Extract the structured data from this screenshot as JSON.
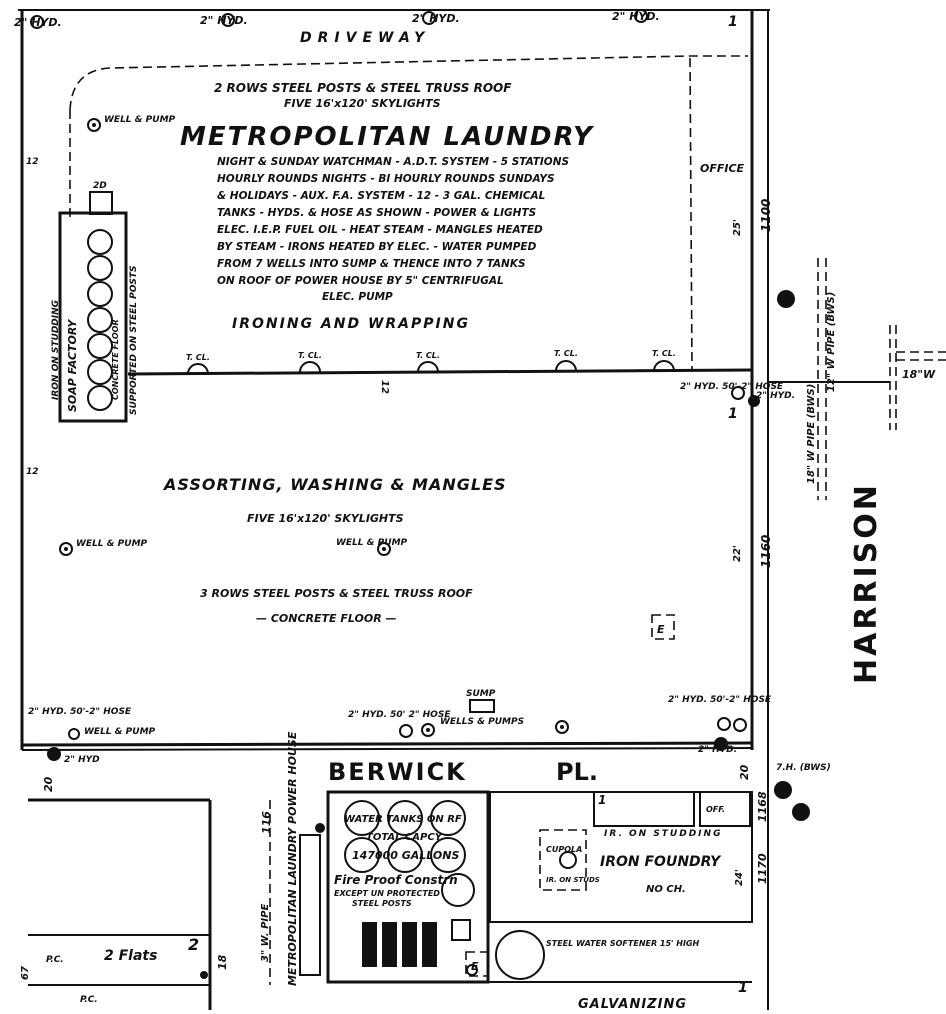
{
  "main_building": {
    "name": "METROPOLITAN LAUNDRY",
    "roof_upper": "2 ROWS STEEL POSTS & STEEL TRUSS ROOF",
    "skylights_upper": "FIVE 16'x120' SKYLIGHTS",
    "notes": [
      "NIGHT & SUNDAY WATCHMAN - A.D.T. SYSTEM - 5 STATIONS",
      "HOURLY ROUNDS NIGHTS - BI HOURLY ROUNDS SUNDAYS",
      "& HOLIDAYS - AUX. F.A. SYSTEM - 12 - 3 GAL. CHEMICAL",
      "TANKS - HYDS. & HOSE AS SHOWN - POWER & LIGHTS",
      "ELEC. I.E.P. FUEL OIL - HEAT STEAM - MANGLES HEATED",
      "BY STEAM - IRONS HEATED BY ELEC. - WATER PUMPED",
      "FROM 7 WELLS INTO SUMP & THENCE INTO 7 TANKS",
      "ON ROOF OF POWER HOUSE BY 5\" CENTRIFUGAL",
      "ELEC. PUMP"
    ],
    "section_upper": "IRONING AND WRAPPING",
    "office": "OFFICE",
    "section_lower": "ASSORTING, WASHING & MANGLES",
    "skylights_lower": "FIVE 16'x120' SKYLIGHTS",
    "roof_lower": "3 ROWS STEEL POSTS & STEEL TRUSS ROOF",
    "floor": "— CONCRETE FLOOR —",
    "well_pump": "WELL & PUMP",
    "sump": "SUMP",
    "wells_pumps": "WELLS & PUMPS",
    "t_cl": "T. CL.",
    "e_mark": "E"
  },
  "soap_factory": {
    "line1": "SOAP FACTORY",
    "line2": "IRON ON STUDDING",
    "line3": "CONCRETE FLOOR",
    "line4": "SUPPORTED ON STEEL POSTS",
    "label_2d": "2D"
  },
  "top": {
    "driveway": "DRIVEWAY",
    "hyd_left": "2\" HYD.",
    "hyd_mid1": "2\" HYD.",
    "hyd_mid2": "2\" HYD.",
    "hyd_right": "2\" HYD.",
    "num_1": "1"
  },
  "hydrants": {
    "right_upper": "2\" HYD. 50'-2\" HOSE",
    "right_upper_hyd": "2\" HYD.",
    "right_lower": "2\" HYD. 50'-2\" HOSE",
    "bottom_right": "2\" HYD.",
    "left_lower": "2\" HYD. 50'-2\" HOSE",
    "left_bottom": "2\" HYD",
    "well_pump_left": "WELL & PUMP",
    "mid_bottom": "2\" HYD. 50' 2\" HOSE",
    "th": "7.H. (BWS)"
  },
  "streets": {
    "harrison": "HARRISON",
    "berwick": "BERWICK",
    "pl": "PL.",
    "pipe_12": "12\" W PIPE (BWS)",
    "pipe_18": "18\" W PIPE (BWS)",
    "pipe_18_short": "18\"W",
    "pipe_3": "3\" W. PIPE"
  },
  "numbers": {
    "n1100": "1100",
    "n1160": "1160",
    "n1168": "1168",
    "n1170": "1170",
    "n25": "25'",
    "n22": "22'",
    "n12a": "12",
    "n12b": "12",
    "n12c": "12",
    "n20a": "20",
    "n20b": "20",
    "n1a": "1",
    "n1b": "1",
    "n1c": "1",
    "n2": "2",
    "n18": "18",
    "n116": "116",
    "n24": "24'",
    "n67": "67"
  },
  "lower_block": {
    "power_house": "METROPOLITAN LAUNDRY POWER HOUSE",
    "water_tanks": "WATER TANKS ON RF",
    "total_cap": "TOTAL CAPCY",
    "gallons": "147000 GALLONS",
    "fireproof": "Fire Proof Constrn",
    "except": "EXCEPT UN PROTECTED",
    "steel_posts": "STEEL POSTS",
    "iron_foundry": "IRON FOUNDRY",
    "no_ch": "NO CH.",
    "iron_on_studding": "IR. ON STUDDING",
    "cupola": "CUPOLA",
    "steel_water": "STEEL WATER SOFTENER 15' HIGH",
    "off": "OFF.",
    "galvanizing": "GALVANIZING",
    "two_flats": "2 Flats",
    "pc1": "P.C.",
    "pc2": "P.C.",
    "ir_on": "IR. ON STUDS",
    "e_mark2": "E"
  }
}
